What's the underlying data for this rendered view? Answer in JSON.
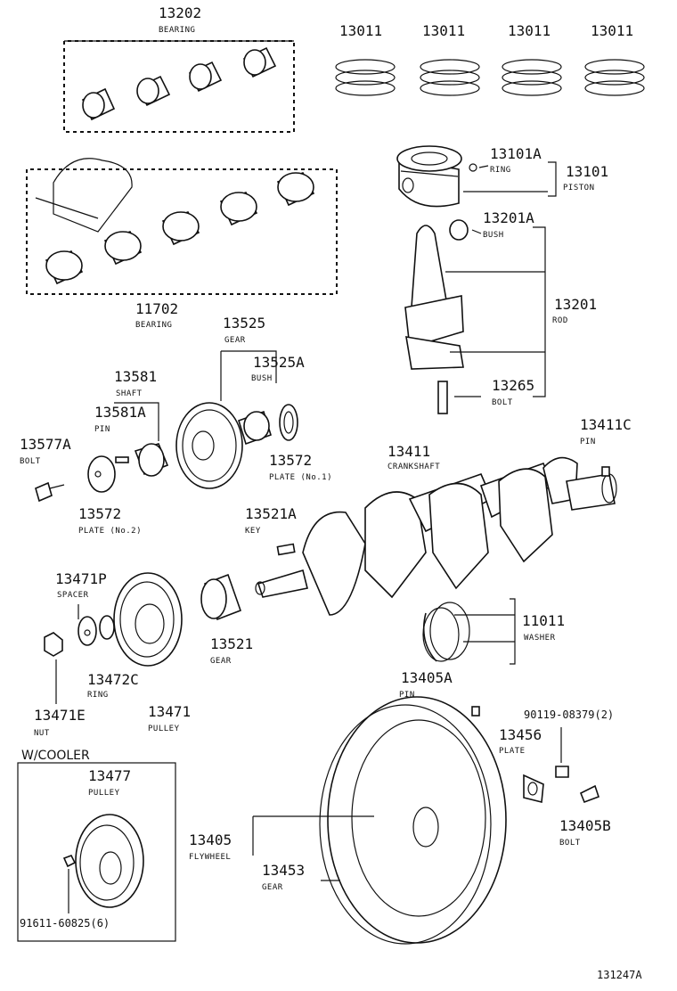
{
  "diagram": {
    "footer_code": "131247A",
    "group_header": "W/COOLER",
    "labels": [
      {
        "id": "bearing-main-13202",
        "num": "13202",
        "sub": "BEARING"
      },
      {
        "id": "ring-set-1",
        "num": "13011",
        "sub": ""
      },
      {
        "id": "ring-set-2",
        "num": "13011",
        "sub": ""
      },
      {
        "id": "ring-set-3",
        "num": "13011",
        "sub": ""
      },
      {
        "id": "ring-set-4",
        "num": "13011",
        "sub": ""
      },
      {
        "id": "ring-13101a",
        "num": "13101A",
        "sub": "RING"
      },
      {
        "id": "piston-13101",
        "num": "13101",
        "sub": "PISTON"
      },
      {
        "id": "bush-13201a",
        "num": "13201A",
        "sub": "BUSH"
      },
      {
        "id": "rod-13201",
        "num": "13201",
        "sub": "ROD"
      },
      {
        "id": "bolt-13265",
        "num": "13265",
        "sub": "BOLT"
      },
      {
        "id": "bearing-11702",
        "num": "11702",
        "sub": "BEARING"
      },
      {
        "id": "gear-13525",
        "num": "13525",
        "sub": "GEAR"
      },
      {
        "id": "bush-13525a",
        "num": "13525A",
        "sub": "BUSH"
      },
      {
        "id": "shaft-13581",
        "num": "13581",
        "sub": "SHAFT"
      },
      {
        "id": "pin-13581a",
        "num": "13581A",
        "sub": "PIN"
      },
      {
        "id": "plate-13572-no1",
        "num": "13572",
        "sub": "PLATE (No.1)"
      },
      {
        "id": "bolt-13577a",
        "num": "13577A",
        "sub": "BOLT"
      },
      {
        "id": "plate-13572-no2",
        "num": "13572",
        "sub": "PLATE (No.2)"
      },
      {
        "id": "crankshaft-13411",
        "num": "13411",
        "sub": "CRANKSHAFT"
      },
      {
        "id": "pin-13411c",
        "num": "13411C",
        "sub": "PIN"
      },
      {
        "id": "key-13521a",
        "num": "13521A",
        "sub": "KEY"
      },
      {
        "id": "spacer-13471p",
        "num": "13471P",
        "sub": "SPACER"
      },
      {
        "id": "gear-13521",
        "num": "13521",
        "sub": "GEAR"
      },
      {
        "id": "washer-11011",
        "num": "11011",
        "sub": "WASHER"
      },
      {
        "id": "ring-13472c",
        "num": "13472C",
        "sub": "RING"
      },
      {
        "id": "nut-13471e",
        "num": "13471E",
        "sub": "NUT"
      },
      {
        "id": "pulley-13471",
        "num": "13471",
        "sub": "PULLEY"
      },
      {
        "id": "pin-13405a",
        "num": "13405A",
        "sub": "PIN"
      },
      {
        "id": "bolt-90119",
        "num": "90119-08379(2)",
        "sub": ""
      },
      {
        "id": "plate-13456",
        "num": "13456",
        "sub": "PLATE"
      },
      {
        "id": "pulley-13477",
        "num": "13477",
        "sub": "PULLEY"
      },
      {
        "id": "flywheel-13405",
        "num": "13405",
        "sub": "FLYWHEEL"
      },
      {
        "id": "gear-13453",
        "num": "13453",
        "sub": "GEAR"
      },
      {
        "id": "bolt-13405b",
        "num": "13405B",
        "sub": "BOLT"
      },
      {
        "id": "bolt-91611",
        "num": "91611-60825(6)",
        "sub": ""
      }
    ]
  }
}
